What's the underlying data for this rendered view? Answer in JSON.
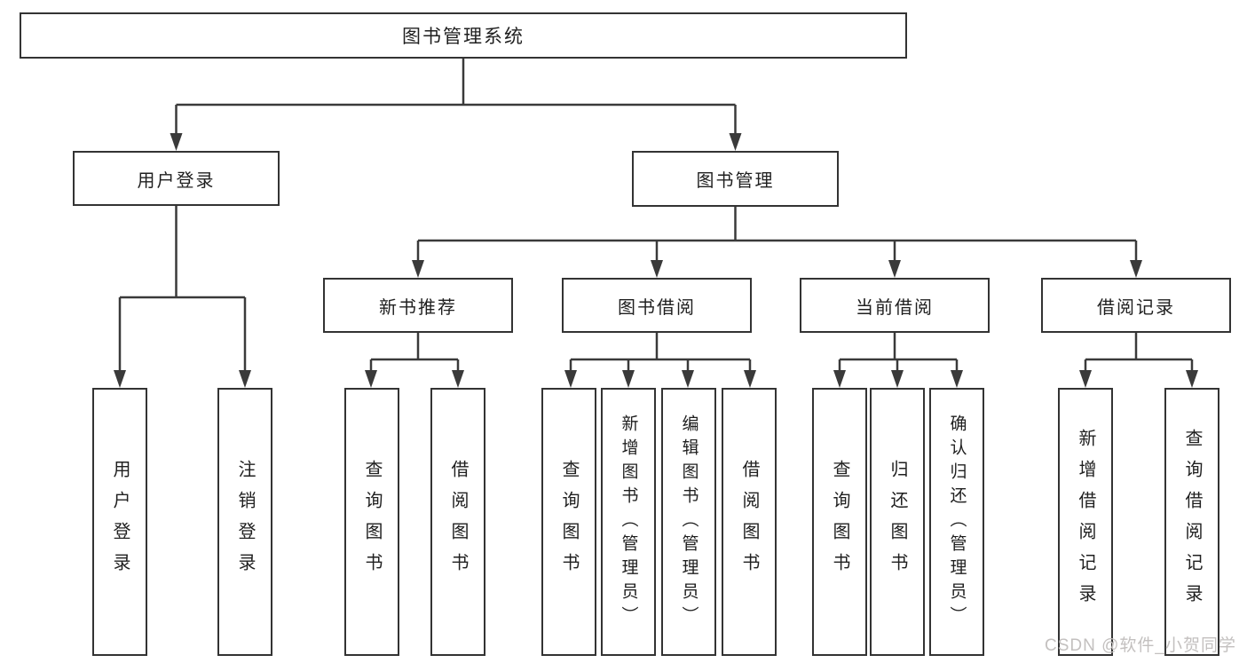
{
  "nodes": {
    "root": "图书管理系统",
    "user_login": "用户登录",
    "book_mgmt": "图书管理",
    "new_book_rec": "新书推荐",
    "book_borrow": "图书借阅",
    "current_borrow": "当前借阅",
    "borrow_record": "借阅记录",
    "leaf_user_login": "用户登录",
    "leaf_logout": "注销登录",
    "rec_query_book": "查询图书",
    "rec_borrow_book": "借阅图书",
    "bb_query_book": "查询图书",
    "bb_add_book": "新增图书（管理员）",
    "bb_edit_book": "编辑图书（管理员）",
    "bb_borrow_book": "借阅图书",
    "cb_query_book": "查询图书",
    "cb_return_book": "归还图书",
    "cb_confirm_return": "确认归还（管理员）",
    "br_add_record": "新增借阅记录",
    "br_query_record": "查询借阅记录"
  },
  "watermark": "CSDN @软件_小贺同学",
  "colors": {
    "line": "#3a3a3a",
    "box_border": "#333333",
    "text": "#1f1f1f",
    "watermark": "#c3c0bf",
    "background": "#ffffff"
  }
}
